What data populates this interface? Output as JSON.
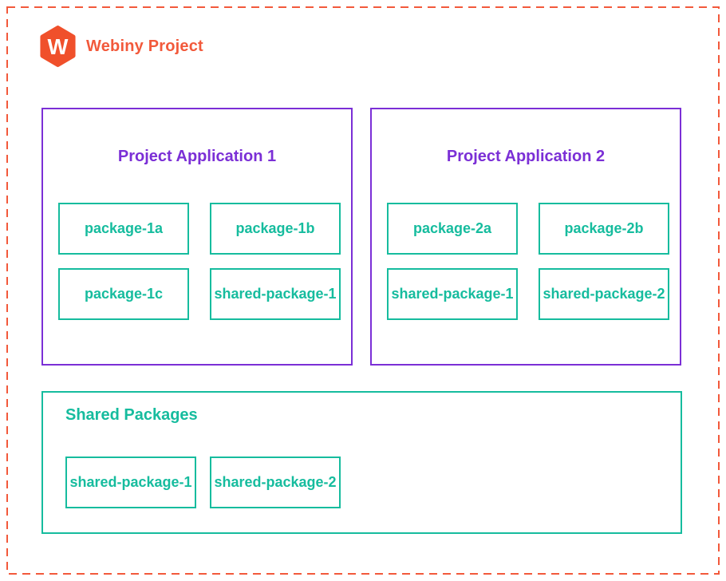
{
  "page": {
    "title": "Webiny Project"
  },
  "logo": {
    "name": "webiny-logo",
    "letter": "W"
  },
  "colors": {
    "orange": "#F2593B",
    "logo-orange": "#F0502B",
    "purple": "#7B2FD6",
    "teal": "#16BC9E"
  },
  "apps": [
    {
      "title": "Project Application 1",
      "packages": [
        "package-1a",
        "package-1b",
        "package-1c",
        "shared-package-1"
      ]
    },
    {
      "title": "Project Application 2",
      "packages": [
        "package-2a",
        "package-2b",
        "shared-package-1",
        "shared-package-2"
      ]
    }
  ],
  "shared_section": {
    "title": "Shared Packages",
    "packages": [
      "shared-package-1",
      "shared-package-2"
    ]
  }
}
